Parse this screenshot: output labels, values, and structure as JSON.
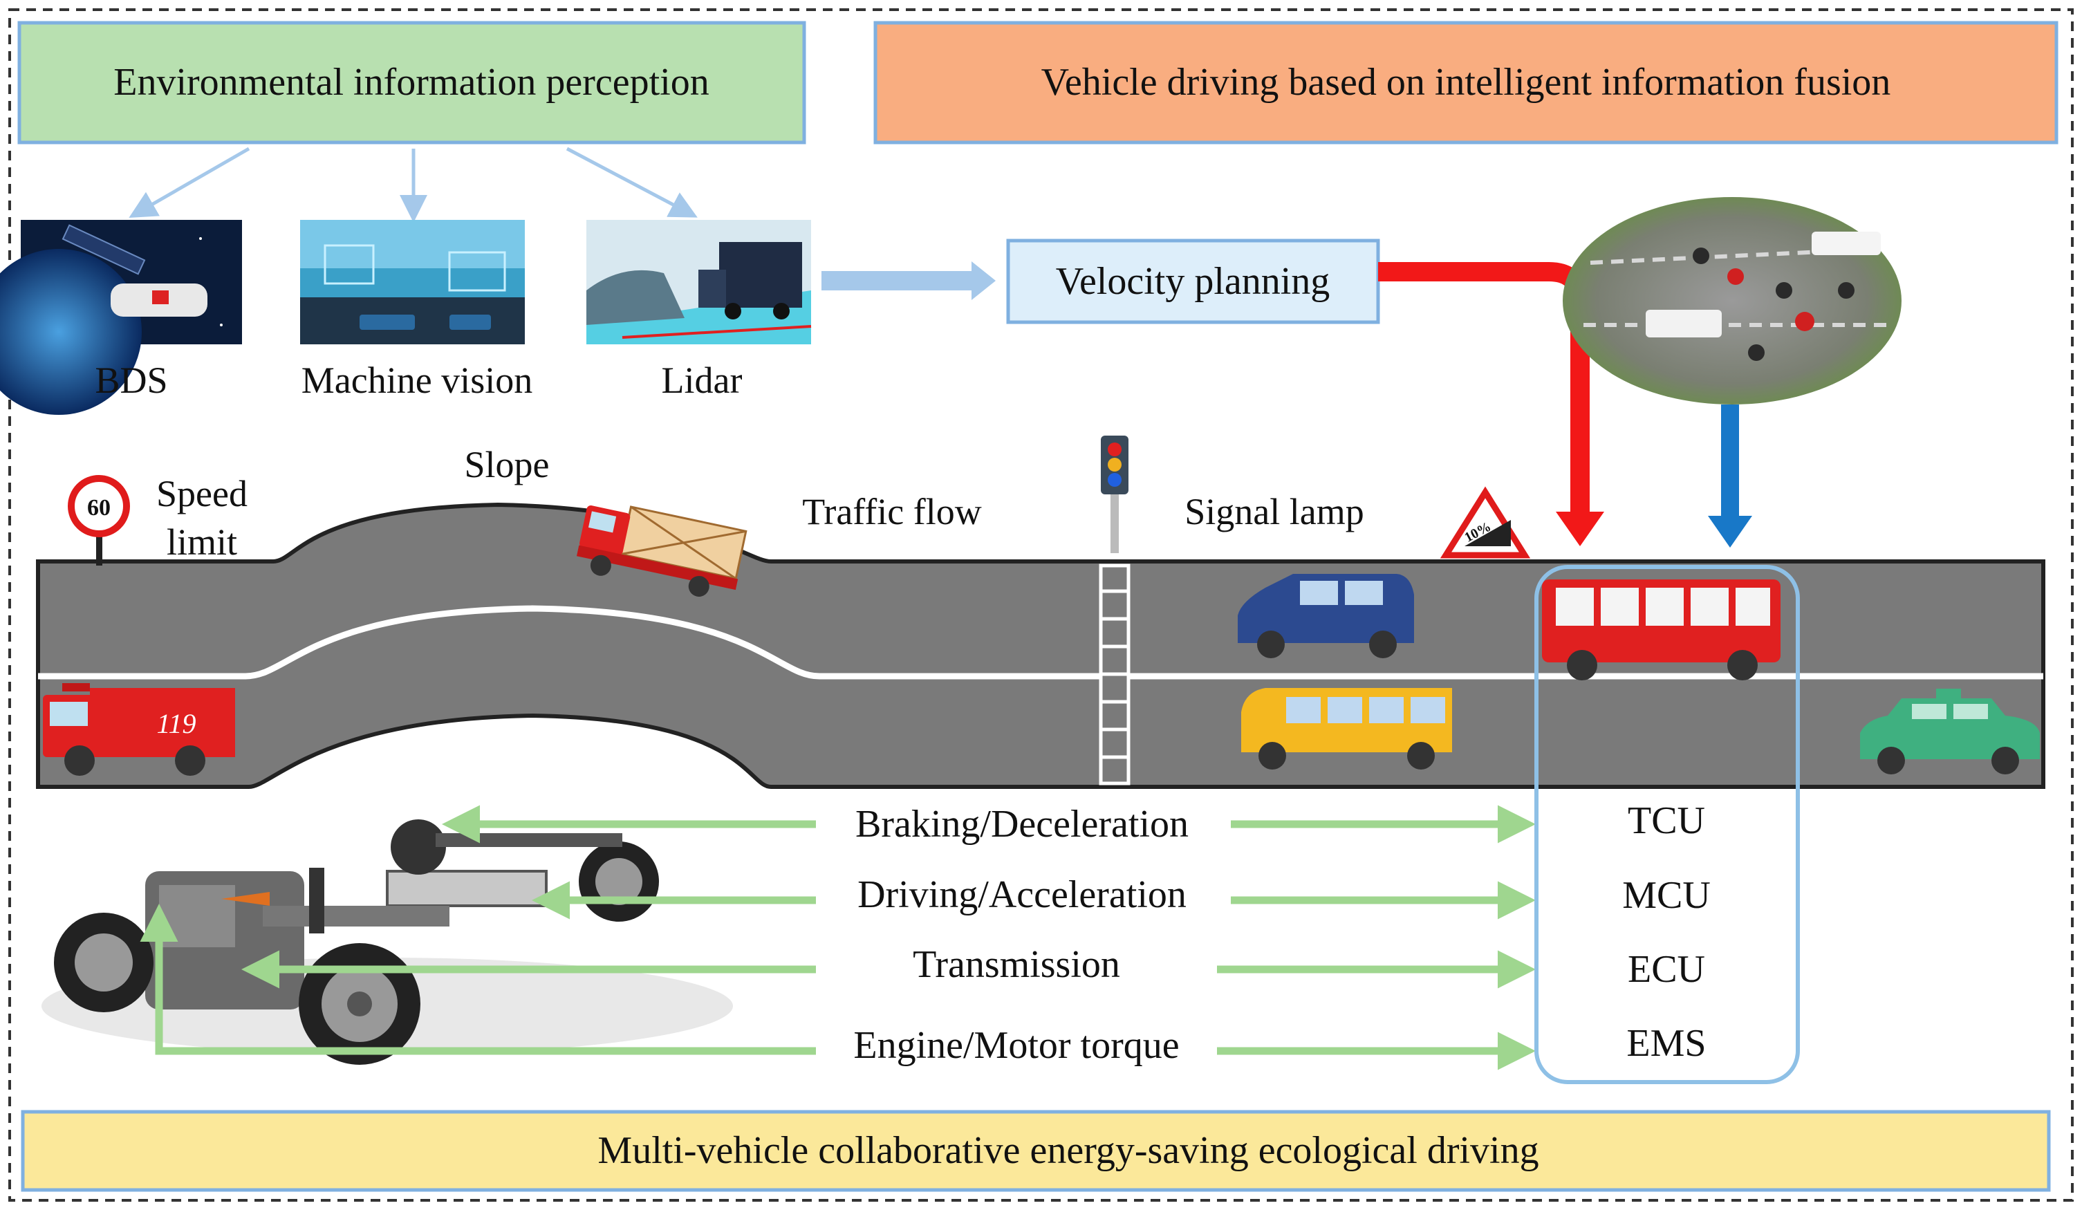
{
  "headers": {
    "perception": "Environmental information perception",
    "fusion": "Vehicle driving based on intelligent information fusion",
    "collab": "Multi-vehicle collaborative energy-saving ecological driving"
  },
  "sensors": {
    "bds": "BDS",
    "vision": "Machine vision",
    "lidar": "Lidar"
  },
  "planning": {
    "label": "Velocity planning"
  },
  "road": {
    "speed_limit_line1": "Speed",
    "speed_limit_line2": "limit",
    "speed_sign_value": "60",
    "slope": "Slope",
    "traffic_flow": "Traffic flow",
    "signal_lamp": "Signal lamp",
    "grade_sign_value": "10%",
    "fire_truck_number": "119"
  },
  "control": {
    "signals": [
      {
        "label": "Braking/Deceleration"
      },
      {
        "label": "Driving/Acceleration"
      },
      {
        "label": "Transmission"
      },
      {
        "label": "Engine/Motor torque"
      }
    ],
    "units": [
      {
        "label": "TCU"
      },
      {
        "label": "MCU"
      },
      {
        "label": "ECU"
      },
      {
        "label": "EMS"
      }
    ]
  },
  "colors": {
    "perception_fill": "#b8e0b0",
    "fusion_fill": "#f9ad80",
    "collab_fill": "#fbe89a",
    "planning_fill": "#ddeefa",
    "box_border": "#7fb0e0",
    "road": "#7a7a7a",
    "red_arrow": "#f21818",
    "blue_arrow": "#1878c8",
    "green_arrow": "#9fd68f",
    "light_blue_arrow": "#a5c8ea"
  }
}
